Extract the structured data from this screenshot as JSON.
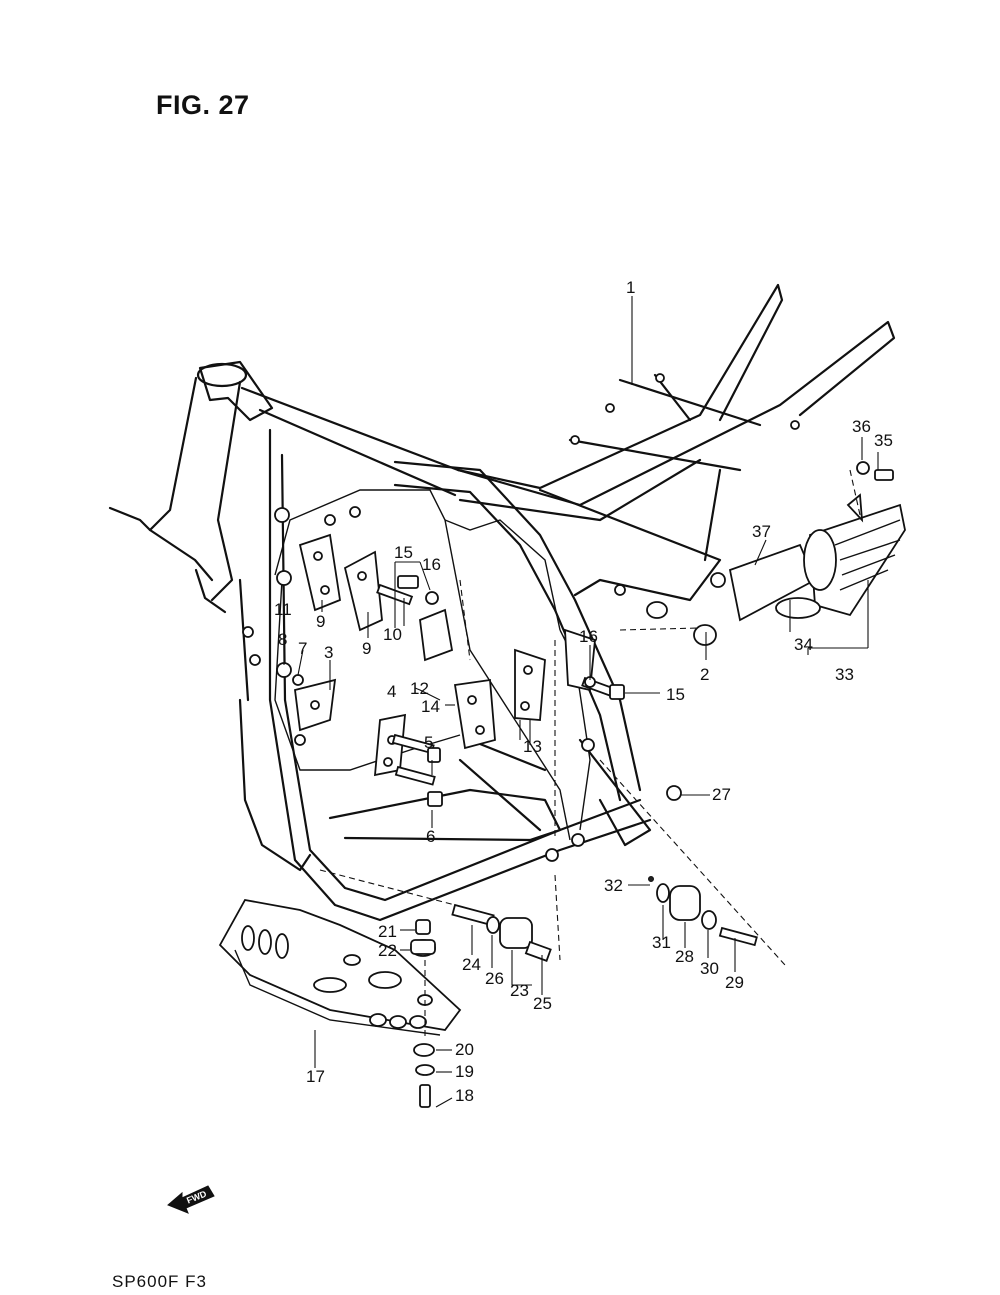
{
  "figure": {
    "title": "FIG. 27"
  },
  "footer": {
    "model_code": "SP600F  F3"
  },
  "fwd_badge": {
    "text": "FWD"
  },
  "callouts": [
    {
      "id": "c1",
      "text": "1"
    },
    {
      "id": "c2",
      "text": "2"
    },
    {
      "id": "c3",
      "text": "3"
    },
    {
      "id": "c4",
      "text": "4"
    },
    {
      "id": "c5",
      "text": "5"
    },
    {
      "id": "c6",
      "text": "6"
    },
    {
      "id": "c7",
      "text": "7"
    },
    {
      "id": "c8",
      "text": "8"
    },
    {
      "id": "c9a",
      "text": "9"
    },
    {
      "id": "c9b",
      "text": "9"
    },
    {
      "id": "c10",
      "text": "10"
    },
    {
      "id": "c11",
      "text": "11"
    },
    {
      "id": "c12",
      "text": "12"
    },
    {
      "id": "c13",
      "text": "13"
    },
    {
      "id": "c14",
      "text": "14"
    },
    {
      "id": "c15a",
      "text": "15"
    },
    {
      "id": "c15b",
      "text": "15"
    },
    {
      "id": "c16a",
      "text": "16"
    },
    {
      "id": "c16b",
      "text": "16"
    },
    {
      "id": "c17",
      "text": "17"
    },
    {
      "id": "c18",
      "text": "18"
    },
    {
      "id": "c19",
      "text": "19"
    },
    {
      "id": "c20",
      "text": "20"
    },
    {
      "id": "c21",
      "text": "21"
    },
    {
      "id": "c22",
      "text": "22"
    },
    {
      "id": "c23",
      "text": "23"
    },
    {
      "id": "c24",
      "text": "24"
    },
    {
      "id": "c25",
      "text": "25"
    },
    {
      "id": "c26",
      "text": "26"
    },
    {
      "id": "c27",
      "text": "27"
    },
    {
      "id": "c28",
      "text": "28"
    },
    {
      "id": "c29",
      "text": "29"
    },
    {
      "id": "c30",
      "text": "30"
    },
    {
      "id": "c31",
      "text": "31"
    },
    {
      "id": "c32",
      "text": "32"
    },
    {
      "id": "c33",
      "text": "33"
    },
    {
      "id": "c34",
      "text": "34"
    },
    {
      "id": "c35",
      "text": "35"
    },
    {
      "id": "c36",
      "text": "36"
    },
    {
      "id": "c37",
      "text": "37"
    }
  ]
}
